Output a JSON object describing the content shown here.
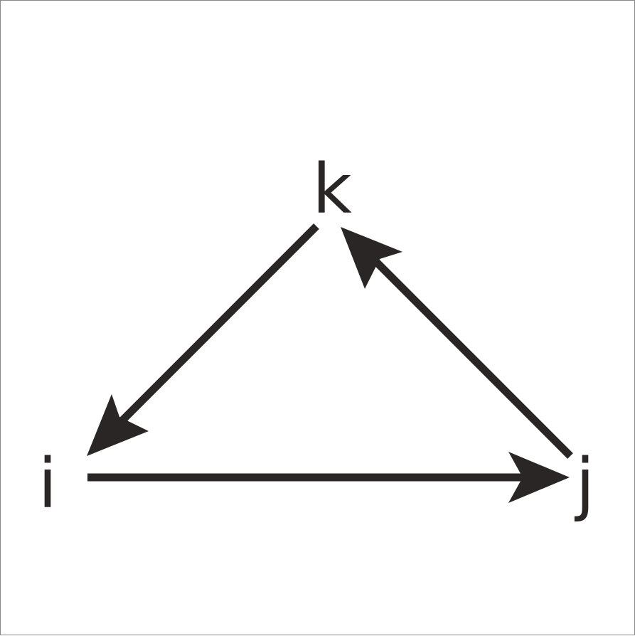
{
  "diagram": {
    "colors": {
      "stroke": "#2b2626",
      "background": "#ffffff",
      "border": "#888888"
    },
    "nodes": {
      "i": {
        "label": "i"
      },
      "j": {
        "label": "j"
      },
      "k": {
        "label": "k"
      }
    },
    "edges": [
      {
        "from": "i",
        "to": "j"
      },
      {
        "from": "j",
        "to": "k"
      },
      {
        "from": "k",
        "to": "i"
      }
    ]
  }
}
